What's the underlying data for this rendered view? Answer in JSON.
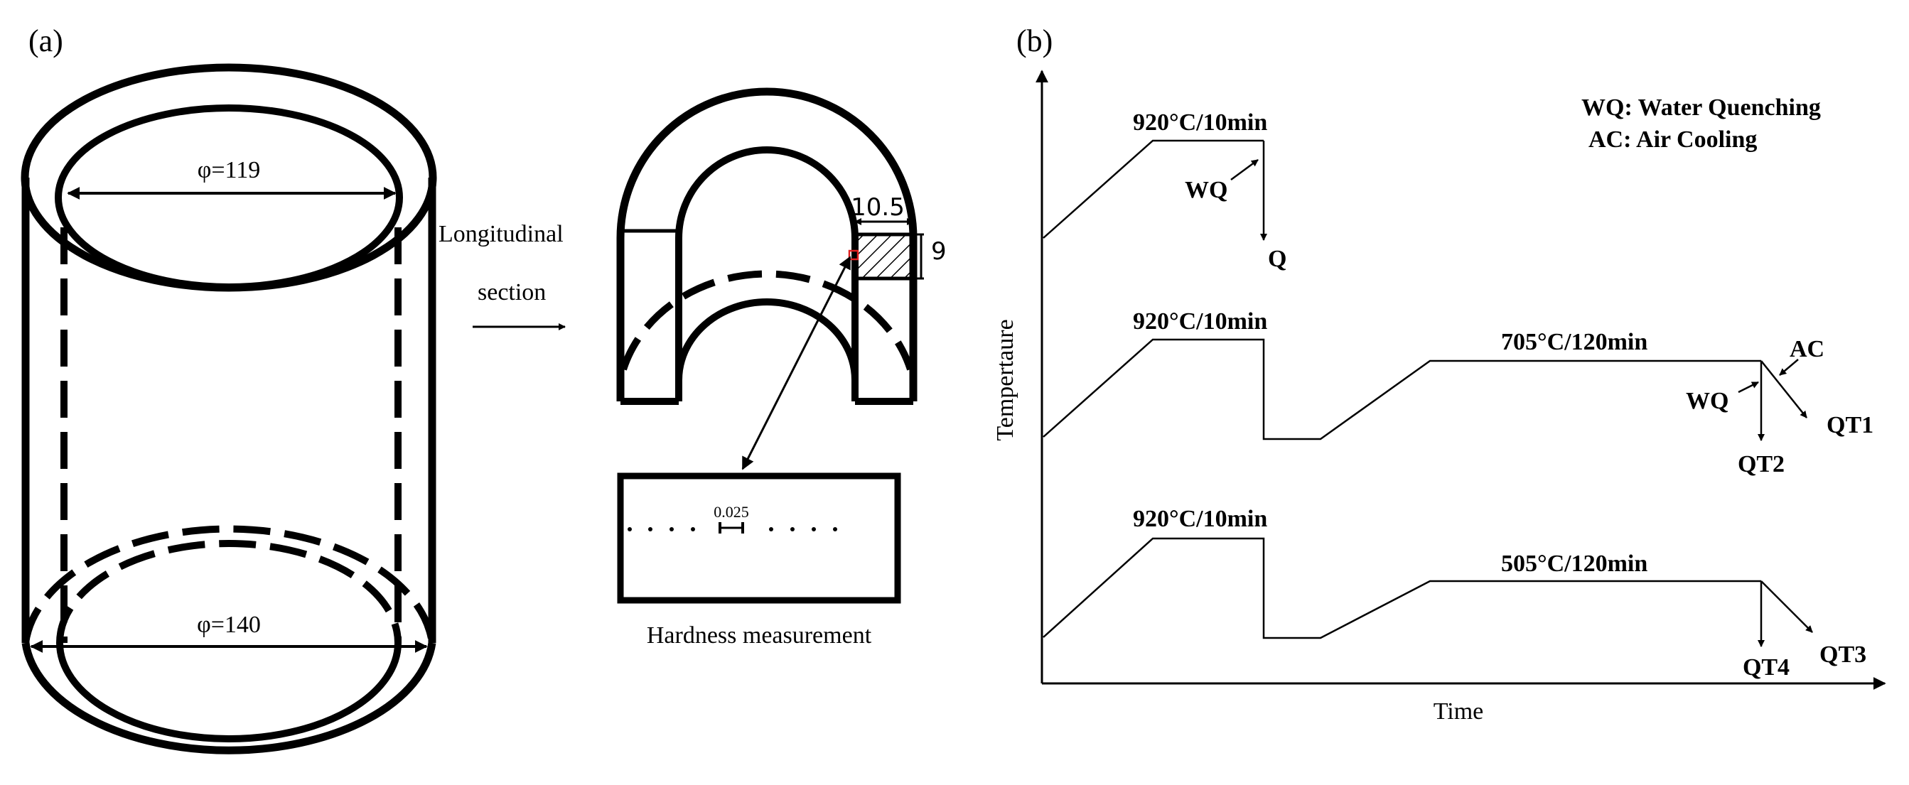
{
  "panel_a": {
    "label": "(a)",
    "top_diameter": "φ=119",
    "bottom_diameter": "φ=140",
    "section_text_line1": "Longitudinal",
    "section_text_line2": "section",
    "dim_width": "10.5",
    "dim_height": "9",
    "spacing": "0.025",
    "hardness_label": "Hardness measurement"
  },
  "panel_b": {
    "label": "(b)",
    "legend": [
      "WQ: Water Quenching",
      "AC: Air Cooling"
    ],
    "x_axis_label": "Time",
    "y_axis_label": "Tempertaure",
    "schedules": [
      {
        "austenitize": "920°C/10min",
        "quench_label": "WQ",
        "end_label": "Q"
      },
      {
        "austenitize": "920°C/10min",
        "temper": "705°C/120min",
        "cool_labels": [
          "WQ",
          "AC"
        ],
        "end_labels": [
          "QT2",
          "QT1"
        ]
      },
      {
        "austenitize": "920°C/10min",
        "temper": "505°C/120min",
        "end_labels": [
          "QT4",
          "QT3"
        ]
      }
    ]
  }
}
